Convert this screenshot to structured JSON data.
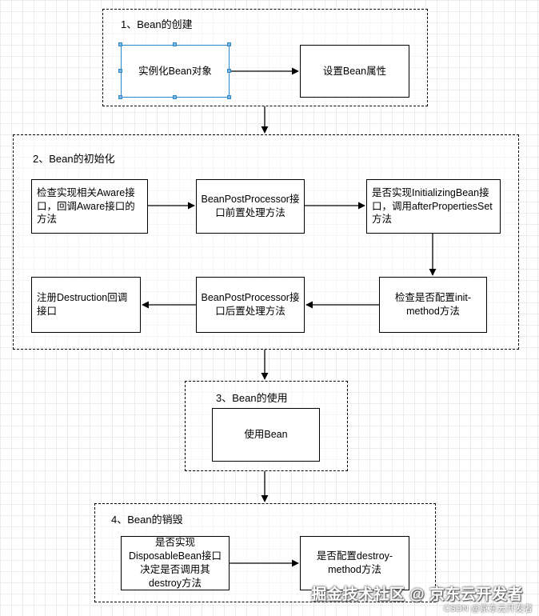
{
  "groups": {
    "create": {
      "title": "1、Bean的创建"
    },
    "init": {
      "title": "2、Bean的初始化"
    },
    "use": {
      "title": "3、Bean的使用"
    },
    "destroy": {
      "title": "4、Bean的销毁"
    }
  },
  "nodes": {
    "instantiate": "实例化Bean对象",
    "set_props": "设置Bean属性",
    "aware": "检查实现相关Aware接口，回调Aware接口的方法",
    "bpp_before": "BeanPostProcessor接口前置处理方法",
    "initializing_bean": "是否实现InitializingBean接口，调用afterPropertiesSet方法",
    "init_method": "检查是否配置init-method方法",
    "bpp_after": "BeanPostProcessor接口后置处理方法",
    "destruction_cb": "注册Destruction回调接口",
    "use_bean": "使用Bean",
    "disposable_bean": "是否实现DisposableBean接口决定是否调用其destroy方法",
    "destroy_method": "是否配置destroy-method方法"
  },
  "watermark": {
    "main": "掘金技术社区 @ 京东云开发者",
    "sub": "CSDN @京东云开发者"
  },
  "colors": {
    "stroke": "#000000",
    "selection": "#2c87c8",
    "grid": "#ececec"
  }
}
